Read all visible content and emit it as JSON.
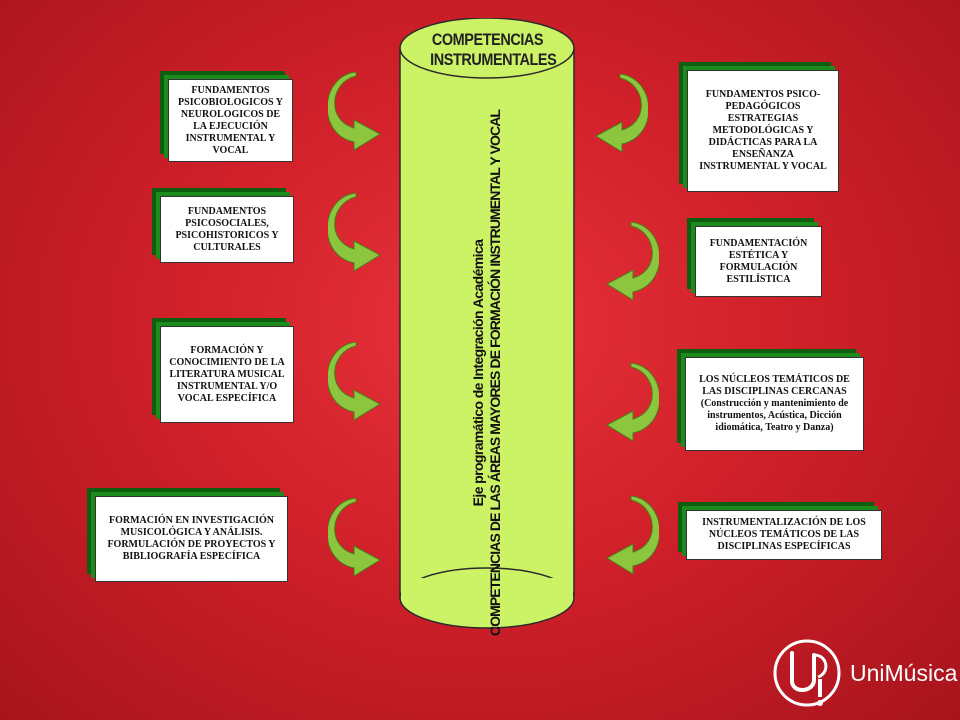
{
  "cylinder": {
    "title_line1": "COMPETENCIAS",
    "title_line2": "INSTRUMENTALES",
    "vertical_line1": "Eje programático de Integración Académica",
    "vertical_line2": "COMPETENCIAS DE LAS ÁREAS MAYORES DE FORMACIÓN INSTRUMENTAL Y VOCAL"
  },
  "left_boxes": [
    "FUNDAMENTOS PSICOBIOLOGICOS Y NEUROLOGICOS DE LA EJECUCIÓN INSTRUMENTAL Y VOCAL",
    "FUNDAMENTOS PSICOSOCIALES, PSICOHISTORICOS Y CULTURALES",
    "FORMACIÓN Y CONOCIMIENTO DE LA LITERATURA MUSICAL INSTRUMENTAL Y/O VOCAL ESPECÍFICA",
    "FORMACIÓN EN INVESTIGACIÓN MUSICOLÓGICA Y ANÁLISIS. FORMULACIÓN DE PROYECTOS Y BIBLIOGRAFÍA ESPECÍFICA"
  ],
  "right_boxes": [
    "FUNDAMENTOS PSICO-PEDAGÓGICOS ESTRATEGIAS METODOLÓGICAS Y DIDÁCTICAS PARA LA ENSEÑANZA INSTRUMENTAL Y VOCAL",
    "FUNDAMENTACIÓN ESTÉTICA Y FORMULACIÓN ESTILÍSTICA",
    "LOS NÚCLEOS TEMÁTICOS DE LAS DISCIPLINAS CERCANAS (Construcción y mantenimiento de instrumentos, Acústica, Dicción idiomática, Teatro y Danza)",
    "INSTRUMENTALIZACIÓN DE LOS NÚCLEOS TEMÁTICOS DE LAS DISCIPLINAS ESPECÍFICAS"
  ],
  "brand": {
    "name": "UniMúsica",
    "logo_icon": "unimusica-logo-icon"
  },
  "colors": {
    "background": "#d0202a",
    "cylinder": "#ccf266",
    "box_shadow": "#1c8a1c",
    "arrow": "#8cc63f"
  }
}
